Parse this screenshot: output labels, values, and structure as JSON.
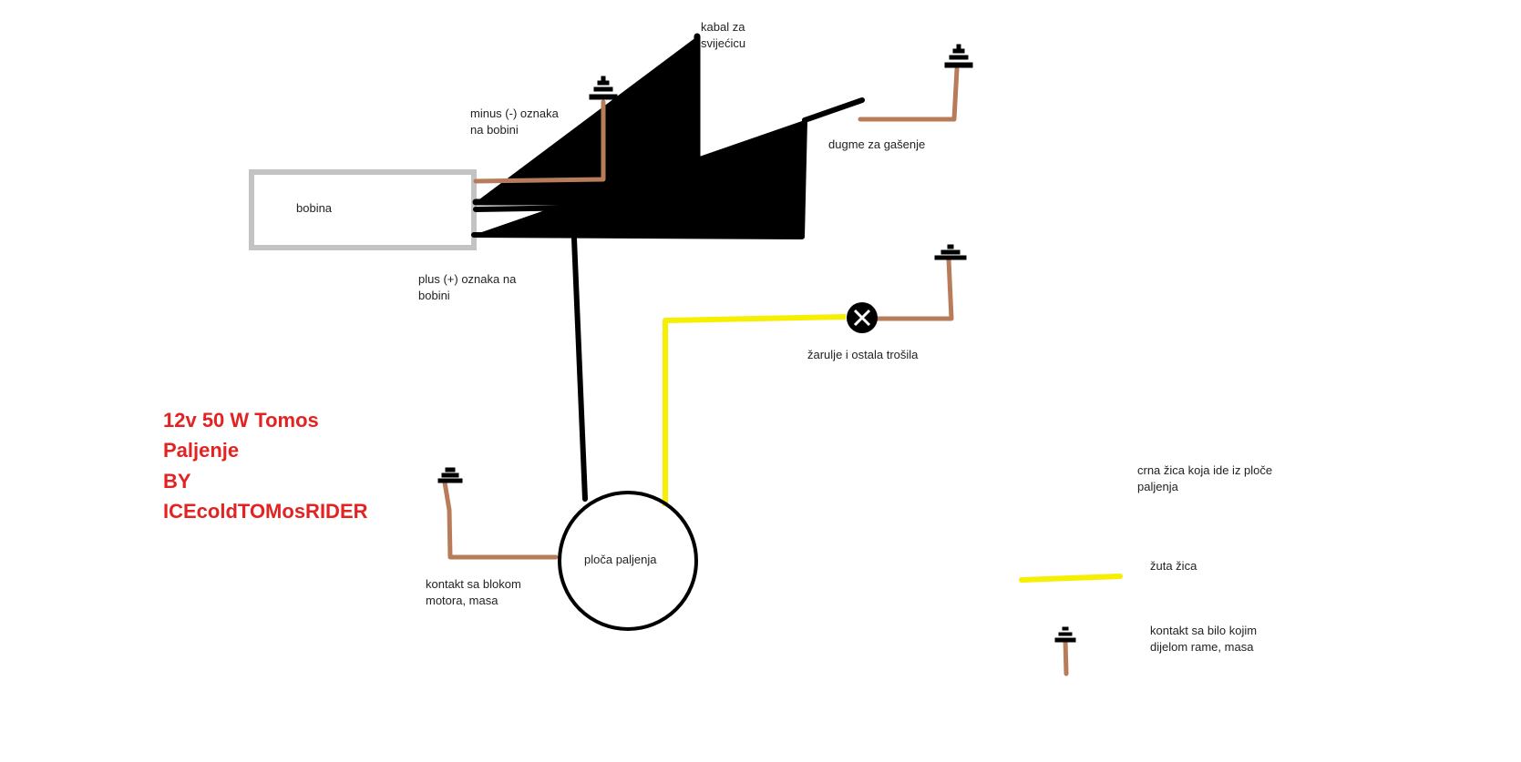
{
  "colors": {
    "black_wire": "#000000",
    "yellow_wire": "#f7ef00",
    "brown_wire": "#b97c5a",
    "coil_border": "#c3c3c3",
    "title_red": "#e32222",
    "legend_ground_text": "#b97c5a"
  },
  "title": {
    "line1": "12v 50 W Tomos",
    "line2": "Paljenje",
    "line3": "BY",
    "line4": "ICEcoldTOMosRIDER"
  },
  "components": {
    "coil": "bobina",
    "ignition_plate": "ploča paljenja",
    "lamp_icon": "bulb-icon",
    "ground_icon": "ground-symbol-icon"
  },
  "labels": {
    "minus_line1": "minus (-)  oznaka",
    "minus_line2": "na  bobini",
    "plus_line1": "plus (+) oznaka na",
    "plus_line2": "bobini",
    "spark_line1": "kabal za",
    "spark_line2": "svijećicu",
    "kill_switch": "dugme za gašenje",
    "lights": "žarulje i ostala trošila",
    "engine_ground_line1": "kontakt sa blokom",
    "engine_ground_line2": "motora, masa"
  },
  "legend": {
    "black_line1": "crna žica koja ide iz ploče",
    "black_line2": "paljenja",
    "yellow": "žuta žica",
    "ground_line1": "kontakt sa bilo kojim",
    "ground_line2": "dijelom rame, masa"
  }
}
